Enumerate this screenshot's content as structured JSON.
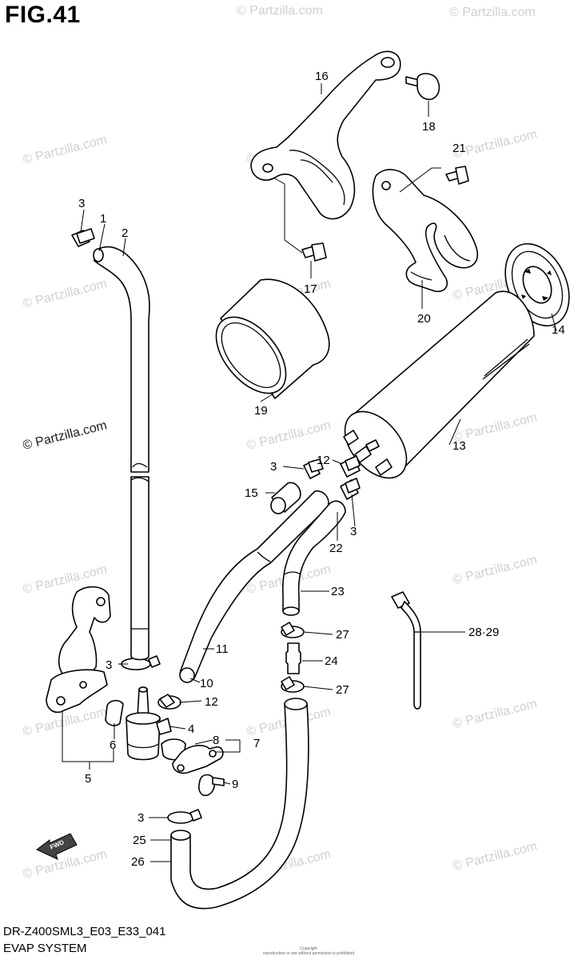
{
  "figure": {
    "title": "FIG.41",
    "model_code": "DR-Z400SML3_E03_E33_041",
    "section_name": "EVAP SYSTEM",
    "copyright_line1": "Copyright",
    "copyright_line2": "reproduction or use without permission is prohibited"
  },
  "watermark": {
    "text": "© Partzilla.com",
    "highlighted_text": "© Partzilla.com"
  },
  "direction_arrow": {
    "label": "FWD"
  },
  "callouts": [
    {
      "id": "c1",
      "label": "1"
    },
    {
      "id": "c2",
      "label": "2"
    },
    {
      "id": "c3a",
      "label": "3"
    },
    {
      "id": "c3b",
      "label": "3"
    },
    {
      "id": "c3c",
      "label": "3"
    },
    {
      "id": "c3d",
      "label": "3"
    },
    {
      "id": "c3e",
      "label": "3"
    },
    {
      "id": "c4",
      "label": "4"
    },
    {
      "id": "c5",
      "label": "5"
    },
    {
      "id": "c6",
      "label": "6"
    },
    {
      "id": "c7",
      "label": "7"
    },
    {
      "id": "c8",
      "label": "8"
    },
    {
      "id": "c9",
      "label": "9"
    },
    {
      "id": "c10",
      "label": "10"
    },
    {
      "id": "c11",
      "label": "11"
    },
    {
      "id": "c12a",
      "label": "12"
    },
    {
      "id": "c12b",
      "label": "12"
    },
    {
      "id": "c13",
      "label": "13"
    },
    {
      "id": "c14",
      "label": "14"
    },
    {
      "id": "c15",
      "label": "15"
    },
    {
      "id": "c16",
      "label": "16"
    },
    {
      "id": "c17",
      "label": "17"
    },
    {
      "id": "c18",
      "label": "18"
    },
    {
      "id": "c19",
      "label": "19"
    },
    {
      "id": "c20",
      "label": "20"
    },
    {
      "id": "c21",
      "label": "21"
    },
    {
      "id": "c22",
      "label": "22"
    },
    {
      "id": "c23",
      "label": "23"
    },
    {
      "id": "c24",
      "label": "24"
    },
    {
      "id": "c25",
      "label": "25"
    },
    {
      "id": "c26",
      "label": "26"
    },
    {
      "id": "c27a",
      "label": "27"
    },
    {
      "id": "c27b",
      "label": "27"
    },
    {
      "id": "c2829",
      "label": "28·29"
    }
  ]
}
